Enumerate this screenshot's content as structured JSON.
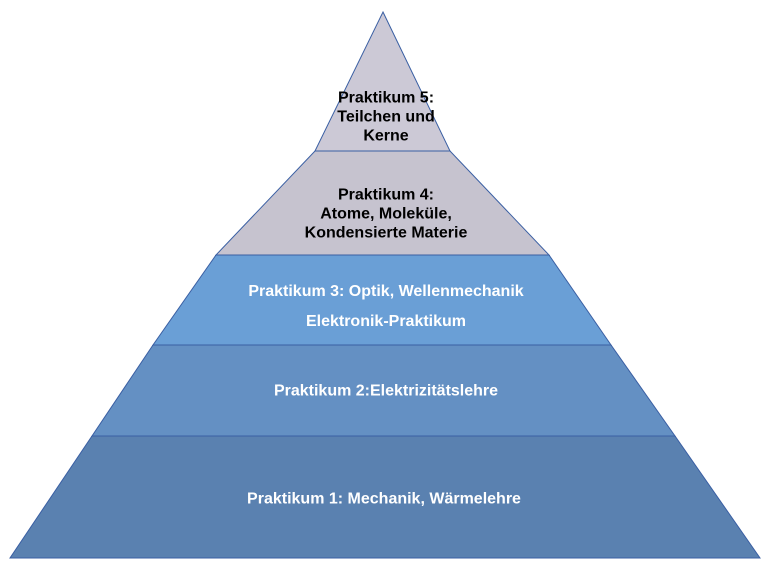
{
  "levels": [
    {
      "id": "praktikum-5",
      "lines": [
        "Praktikum 5:",
        "Teilchen und",
        "Kerne"
      ],
      "fill": "#ccc9d6",
      "text_color": "#000000"
    },
    {
      "id": "praktikum-4",
      "lines": [
        "Praktikum 4:",
        "Atome, Moleküle,",
        "Kondensierte Materie"
      ],
      "fill": "#c6c3cf",
      "text_color": "#000000"
    },
    {
      "id": "praktikum-3",
      "lines": [
        "Praktikum 3: Optik, Wellenmechanik",
        "Elektronik-Praktikum"
      ],
      "fill": "#6a9fd6",
      "text_color": "#ffffff"
    },
    {
      "id": "praktikum-2",
      "lines": [
        "Praktikum 2:Elektrizitätslehre"
      ],
      "fill": "#6490c3",
      "text_color": "#ffffff"
    },
    {
      "id": "praktikum-1",
      "lines": [
        "Praktikum 1: Mechanik, Wärmelehre"
      ],
      "fill": "#5a81b0",
      "text_color": "#ffffff"
    }
  ],
  "outline_color": "#3a5fa3"
}
